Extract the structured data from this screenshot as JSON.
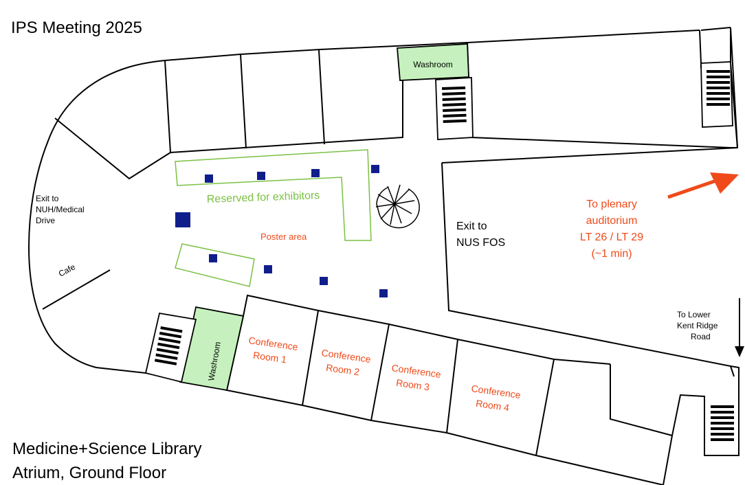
{
  "title": "IPS Meeting 2025",
  "footer": {
    "line1": "Medicine+Science Library",
    "line2": "Atrium, Ground Floor"
  },
  "labels": {
    "exit_nuh": [
      "Exit to",
      "NUH/Medical",
      "Drive"
    ],
    "cafe": "Cafe",
    "exhibitors": "Reserved for exhibitors",
    "poster_area": "Poster area",
    "exit_fos": [
      "Exit to",
      "NUS FOS"
    ],
    "plenary": [
      "To plenary",
      "auditorium",
      "LT 26 / LT 29",
      "(~1 min)"
    ],
    "lower_kent": [
      "To Lower",
      "Kent Ridge",
      "Road"
    ],
    "washroom_top": "Washroom",
    "washroom_bottom": "Washroom",
    "conference_rooms": [
      [
        "Conference",
        "Room 1"
      ],
      [
        "Conference",
        "Room 2"
      ],
      [
        "Conference",
        "Room 3"
      ],
      [
        "Conference",
        "Room 4"
      ]
    ]
  },
  "colors": {
    "accent": "#f04a1a",
    "zone": "#7ac143",
    "washroom_fill": "#c6f1be",
    "marker": "#101e8c",
    "wall": "#000000"
  },
  "icons": [
    "staircase-icon",
    "spiral-staircase-icon",
    "arrow-to-plenary-icon",
    "arrow-down-icon",
    "poster-board-marker"
  ]
}
